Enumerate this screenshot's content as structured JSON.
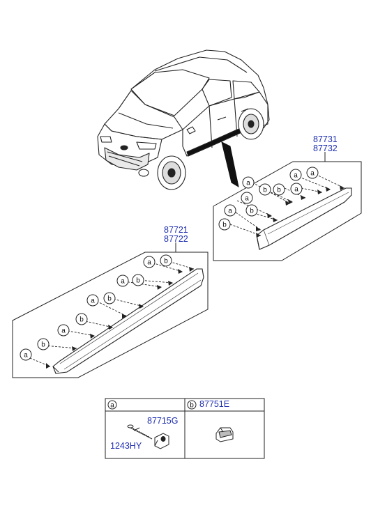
{
  "callouts": {
    "front_moulding": [
      "87721",
      "87722"
    ],
    "rear_moulding": [
      "87731",
      "87732"
    ]
  },
  "fastener_labels": {
    "a": "a",
    "b": "b"
  },
  "legend": {
    "col_a": {
      "marker": "a",
      "parts": [
        "87715G",
        "1243HY"
      ]
    },
    "col_b": {
      "marker": "b",
      "parts": [
        "87751E"
      ]
    }
  },
  "colors": {
    "part_number": "#1f2fb0",
    "line": "#222222"
  }
}
